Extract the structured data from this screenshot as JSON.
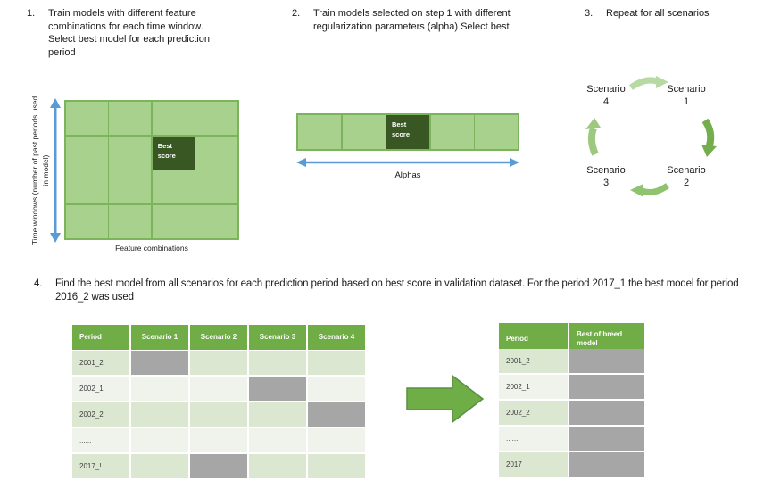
{
  "steps": {
    "s1": {
      "number": "1.",
      "text": "Train models with different feature combinations for each time window. Select best model for each prediction period"
    },
    "s2": {
      "number": "2.",
      "text": "Train models selected on step 1 with different regularization parameters (alpha) Select best"
    },
    "s3": {
      "number": "3.",
      "text": "Repeat for all scenarios"
    },
    "s4": {
      "number": "4.",
      "text": "Find the best model from all scenarios for each prediction period based on best score in validation dataset. For the period 2017_1 the best model for period 2016_2 was used"
    }
  },
  "panel1": {
    "y_axis_label": "Time windows (number of past periods used in model)",
    "x_axis_label": "Feature combinations",
    "grid": {
      "rows": 4,
      "cols": 4,
      "best_row": 2,
      "best_col": 3,
      "best_label": "Best score"
    }
  },
  "panel2": {
    "cells": 5,
    "best_index": 3,
    "best_label": "Best score",
    "axis_label": "Alphas"
  },
  "panel3": {
    "nodes": [
      {
        "position": "top-left",
        "line1": "Scenario",
        "line2": "4"
      },
      {
        "position": "top-right",
        "line1": "Scenario",
        "line2": "1"
      },
      {
        "position": "bottom-left",
        "line1": "Scenario",
        "line2": "3"
      },
      {
        "position": "bottom-right",
        "line1": "Scenario",
        "line2": "2"
      }
    ]
  },
  "step4": {
    "left_table": {
      "headers": [
        "Period",
        "Scenario 1",
        "Scenario 2",
        "Scenario 3",
        "Scenario 4"
      ],
      "rows": [
        {
          "period": "2001_2",
          "highlighted_scenario": 1
        },
        {
          "period": "2002_1",
          "highlighted_scenario": 3
        },
        {
          "period": "2002_2",
          "highlighted_scenario": 4
        },
        {
          "period": "......",
          "highlighted_scenario": 0
        },
        {
          "period": "2017_!",
          "highlighted_scenario": 2
        }
      ]
    },
    "right_table": {
      "headers": [
        "Period",
        "Best of breed model"
      ],
      "rows": [
        {
          "period": "2001_2"
        },
        {
          "period": "2002_1"
        },
        {
          "period": "2002_2"
        },
        {
          "period": "......"
        },
        {
          "period": "2017_!"
        }
      ]
    }
  },
  "colors": {
    "accent_green": "#70AD47",
    "cell_green": "#A9D18E",
    "cell_border_green": "#7CB45B",
    "dark_green": "#385723",
    "arrow_blue": "#5B9BD5",
    "gray_cell": "#A6A6A6",
    "band_green": "#DCE7D2",
    "band_light": "#EFF3EC",
    "cycle_arrow_top": "#B7D9A4",
    "cycle_arrow_right": "#74AD4C",
    "cycle_arrow_bottom": "#8FC370",
    "cycle_arrow_left": "#9CC97F",
    "big_arrow_fill": "#6FAD47",
    "big_arrow_border": "#5A9140"
  }
}
